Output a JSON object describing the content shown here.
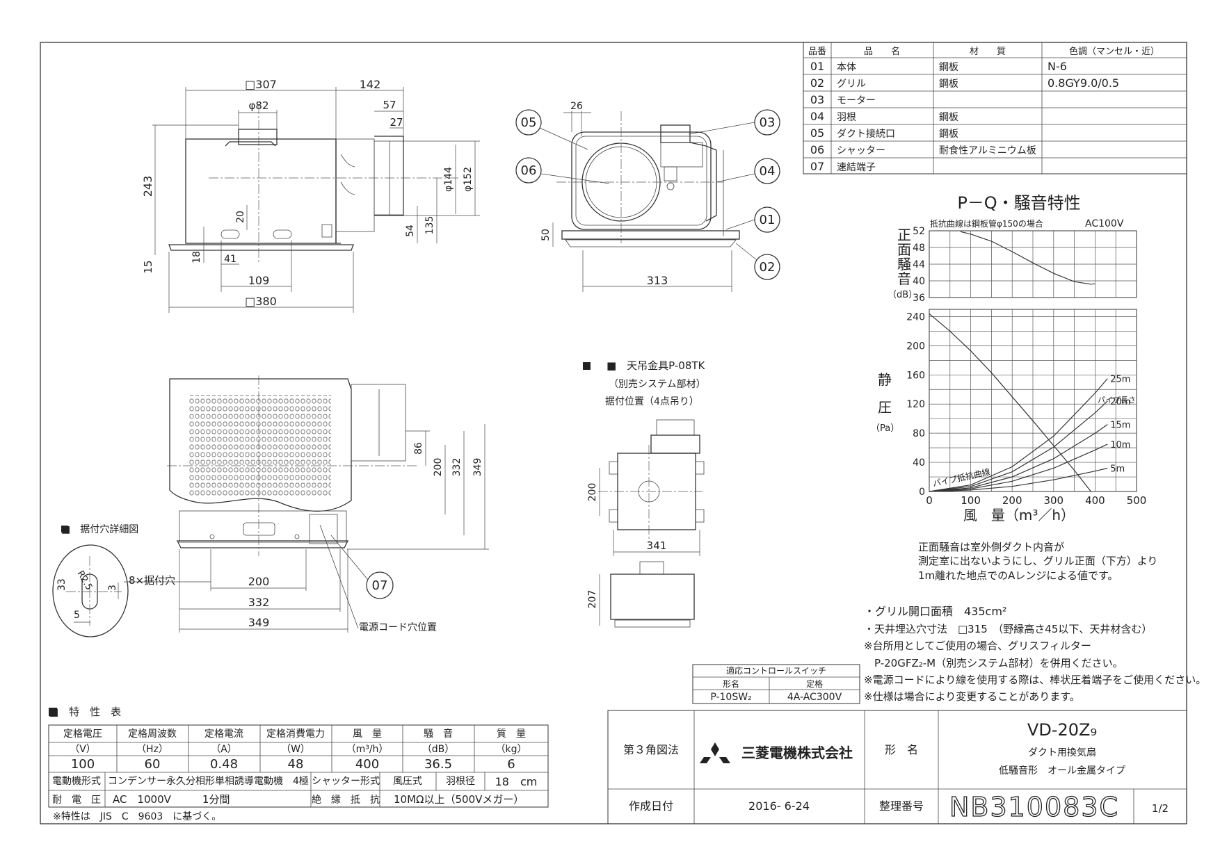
{
  "parts_table": {
    "headers": [
      "品番",
      "品　　名",
      "材　　質",
      "色調（マンセル・近）"
    ],
    "rows": [
      [
        "01",
        "本体",
        "鋼板",
        "N-6"
      ],
      [
        "02",
        "グリル",
        "鋼板",
        "0.8GY9.0/0.5"
      ],
      [
        "03",
        "モーター",
        "",
        ""
      ],
      [
        "04",
        "羽根",
        "鋼板",
        ""
      ],
      [
        "05",
        "ダクト接続口",
        "鋼板",
        ""
      ],
      [
        "06",
        "シャッター",
        "耐食性アルミニウム板",
        ""
      ],
      [
        "07",
        "速結端子",
        "",
        ""
      ]
    ]
  },
  "dims": {
    "d307": "□307",
    "d142": "142",
    "d82": "φ82",
    "d57": "57",
    "d27": "27",
    "d243": "243",
    "d20": "20",
    "d15": "15",
    "d18": "18",
    "d41": "41",
    "d109": "109",
    "d380": "□380",
    "d54": "54",
    "d135": "135",
    "d144": "φ144",
    "d152": "φ152",
    "s26": "26",
    "s50": "50",
    "s313": "313",
    "b86": "86",
    "b200": "200",
    "b332": "332",
    "b349": "349",
    "h200": "200",
    "h332": "332",
    "h349": "349",
    "m200": "200",
    "m341": "341",
    "m207": "207",
    "dr25": "R2.5",
    "dr33": "33",
    "dr3": "3",
    "dr5": "5"
  },
  "callouts": [
    "05",
    "06",
    "03",
    "04",
    "01",
    "02",
    "07"
  ],
  "labels": {
    "hole_detail": "■　据付穴詳細図",
    "holes_8": "8×据付穴",
    "cord_hole": "電源コード穴位置",
    "hanger_title": "■　天吊金具P-08TK",
    "hanger_sub1": "（別売システム部材）",
    "hanger_sub2": "据付位置（4点吊り）"
  },
  "chart_data": {
    "type": "line",
    "title": "P－Q・騒音特性",
    "noise_note": "抵抗曲線は鋼板管φ150の場合",
    "voltage": "AC100V",
    "noise_ylabel": [
      "正",
      "面",
      "騒",
      "音"
    ],
    "noise_yunit": "（dB）",
    "noise_ylim": [
      36,
      52
    ],
    "noise_yticks": [
      "52",
      "48",
      "44",
      "40",
      "36"
    ],
    "pressure_ylabel": [
      "静",
      "圧"
    ],
    "pressure_yunit": "（Pa）",
    "pressure_ylim": [
      0,
      250
    ],
    "pressure_yticks": [
      "240",
      "200",
      "160",
      "120",
      "80",
      "40",
      "0"
    ],
    "xlabel": "風　量（m³／h）",
    "xlim": [
      0,
      500
    ],
    "xticks": [
      "0",
      "100",
      "200",
      "300",
      "400",
      "500"
    ],
    "pipe_length_label": "パイプ長さ",
    "pipe_resistance_label": "パイプ抵抗曲線",
    "noise_curve": {
      "x": [
        75,
        100,
        150,
        200,
        250,
        300,
        350,
        390,
        400
      ],
      "y": [
        51.8,
        51.2,
        49.5,
        47,
        44.3,
        41.8,
        39.8,
        39.2,
        39.3
      ]
    },
    "pq_curve": {
      "x": [
        0,
        50,
        100,
        150,
        200,
        250,
        300,
        350,
        390
      ],
      "y": [
        244,
        220,
        193,
        163,
        130,
        97,
        63,
        29,
        0
      ]
    },
    "resistance_curves": [
      {
        "name": "25m",
        "x": [
          0,
          100,
          200,
          300,
          400,
          430
        ],
        "y": [
          0,
          9,
          34,
          76,
          135,
          155
        ]
      },
      {
        "name": "20m",
        "x": [
          0,
          100,
          200,
          300,
          400,
          430
        ],
        "y": [
          0,
          7,
          27,
          61,
          108,
          124
        ]
      },
      {
        "name": "15m",
        "x": [
          0,
          100,
          200,
          300,
          400,
          430
        ],
        "y": [
          0,
          5,
          20,
          45,
          80,
          92
        ]
      },
      {
        "name": "10m",
        "x": [
          0,
          100,
          200,
          300,
          400,
          430
        ],
        "y": [
          0,
          3.5,
          14,
          32,
          57,
          65
        ]
      },
      {
        "name": "5m",
        "x": [
          0,
          100,
          200,
          300,
          400,
          430
        ],
        "y": [
          0,
          2,
          7,
          16,
          28,
          32
        ]
      }
    ]
  },
  "notes": {
    "measure1": "正面騒音は室外側ダクト内音が",
    "measure2": "測定室に出ないようにし、グリル正面（下方）より",
    "measure3": "1m離れた地点でのAレンジによる値です。",
    "n1": "・グリル開口面積　435cm²",
    "n2": "・天井埋込穴寸法　□315　（野縁高さ45以下、天井材含む）",
    "n3": "※台所用としてご使用の場合、グリスフィルター",
    "n4": "　P-20GFZ₂-M（別売システム部材）を併用ください。",
    "n5": "※電源コードにより線を使用する際は、棒状圧着端子をご使用ください。",
    "n6": "※仕様は場合により変更することがあります。"
  },
  "switch_table": {
    "title": "適応コントロールスイッチ",
    "h_model": "形名",
    "h_rating": "定格",
    "model": "P-10SW₂",
    "rating": "4A-AC300V"
  },
  "spec_table": {
    "title": "■　特　性　表",
    "headers": [
      [
        "定格電圧",
        "（V）"
      ],
      [
        "定格周波数",
        "（Hz）"
      ],
      [
        "定格電流",
        "（A）"
      ],
      [
        "定格消費電力",
        "（W）"
      ],
      [
        "風　量",
        "（m³/h）"
      ],
      [
        "騒　音",
        "（dB）"
      ],
      [
        "質　量",
        "（kg）"
      ]
    ],
    "values": [
      "100",
      "60",
      "0.48",
      "48",
      "400",
      "36.5",
      "6"
    ],
    "motor_label": "電動機形式",
    "motor_value": "コンデンサー永久分相形単相誘導電動機　4極",
    "shutter_label": "シャッター形式",
    "shutter_value": "風圧式",
    "blade_label": "羽根径",
    "blade_value": "18　cm",
    "volt_label": "耐　電　圧",
    "volt_value": "AC　1000V　　　1分間",
    "insul_label": "絶　縁　抵　抗",
    "insul_value": "10MΩ以上（500Vメガー）",
    "footnote": "※特性は　JIS　C　9603　に基づく。"
  },
  "title_block": {
    "projection": "第３角図法",
    "company": "三菱電機株式会社",
    "model_label": "形　名",
    "model": "VD-20Z₉",
    "desc1": "ダクト用換気扇",
    "desc2": "低騒音形　オール金属タイプ",
    "date_label": "作成日付",
    "date": "2016- 6-24",
    "number_label": "整理番号",
    "number": "NB310083C",
    "sheet": "1/2"
  },
  "colors": {
    "line": "#333333",
    "background": "#ffffff"
  }
}
